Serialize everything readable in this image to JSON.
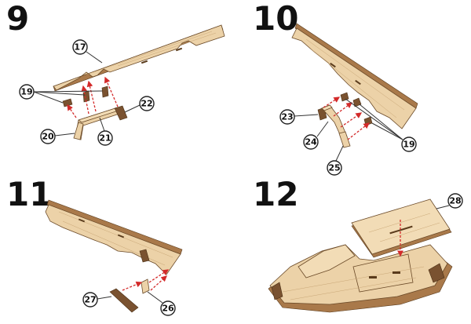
{
  "steps": [
    {
      "number": "9",
      "callouts": [
        "17",
        "19",
        "20",
        "21",
        "22"
      ]
    },
    {
      "number": "10",
      "callouts": [
        "23",
        "24",
        "25",
        "19"
      ]
    },
    {
      "number": "11",
      "callouts": [
        "27",
        "26"
      ]
    },
    {
      "number": "12",
      "callouts": [
        "28"
      ]
    }
  ],
  "colors": {
    "wood": "#ecd2a8",
    "wood_edge": "#a9794a",
    "arrow": "#d32a2a"
  }
}
